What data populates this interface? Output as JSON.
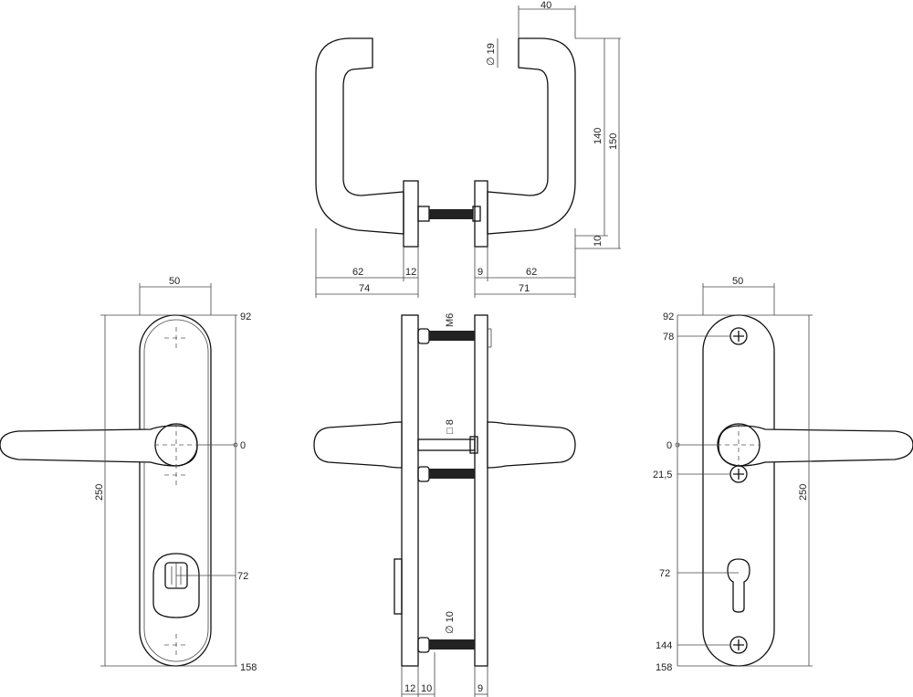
{
  "top_view": {
    "dim_rose_thickness": "40",
    "dim_bar_diameter": "∅ 19",
    "dim_inner_height": "140",
    "dim_total_height": "150",
    "dim_rose_height": "10",
    "dim_left_projection": "62",
    "dim_left_rose": "12",
    "dim_left_total": "74",
    "dim_right_rose": "9",
    "dim_right_projection": "62",
    "dim_right_total": "71"
  },
  "left_view": {
    "dim_width": "50",
    "dim_total_height": "250",
    "dim_top": "92",
    "dim_center": "0",
    "dim_cylinder": "72",
    "dim_bottom": "158"
  },
  "middle_view": {
    "dim_bolt": "M6",
    "dim_spindle": "□ 8",
    "dim_diameter": "∅ 10",
    "dim_plate_a": "12",
    "dim_plate_b": "10",
    "dim_plate_c": "9"
  },
  "right_view": {
    "dim_width": "50",
    "dim_total_height": "250",
    "dim_top": "92",
    "dim_screw_top": "78",
    "dim_center": "0",
    "dim_screw_mid": "21,5",
    "dim_cylinder": "72",
    "dim_screw_bottom": "144",
    "dim_bottom": "158"
  }
}
